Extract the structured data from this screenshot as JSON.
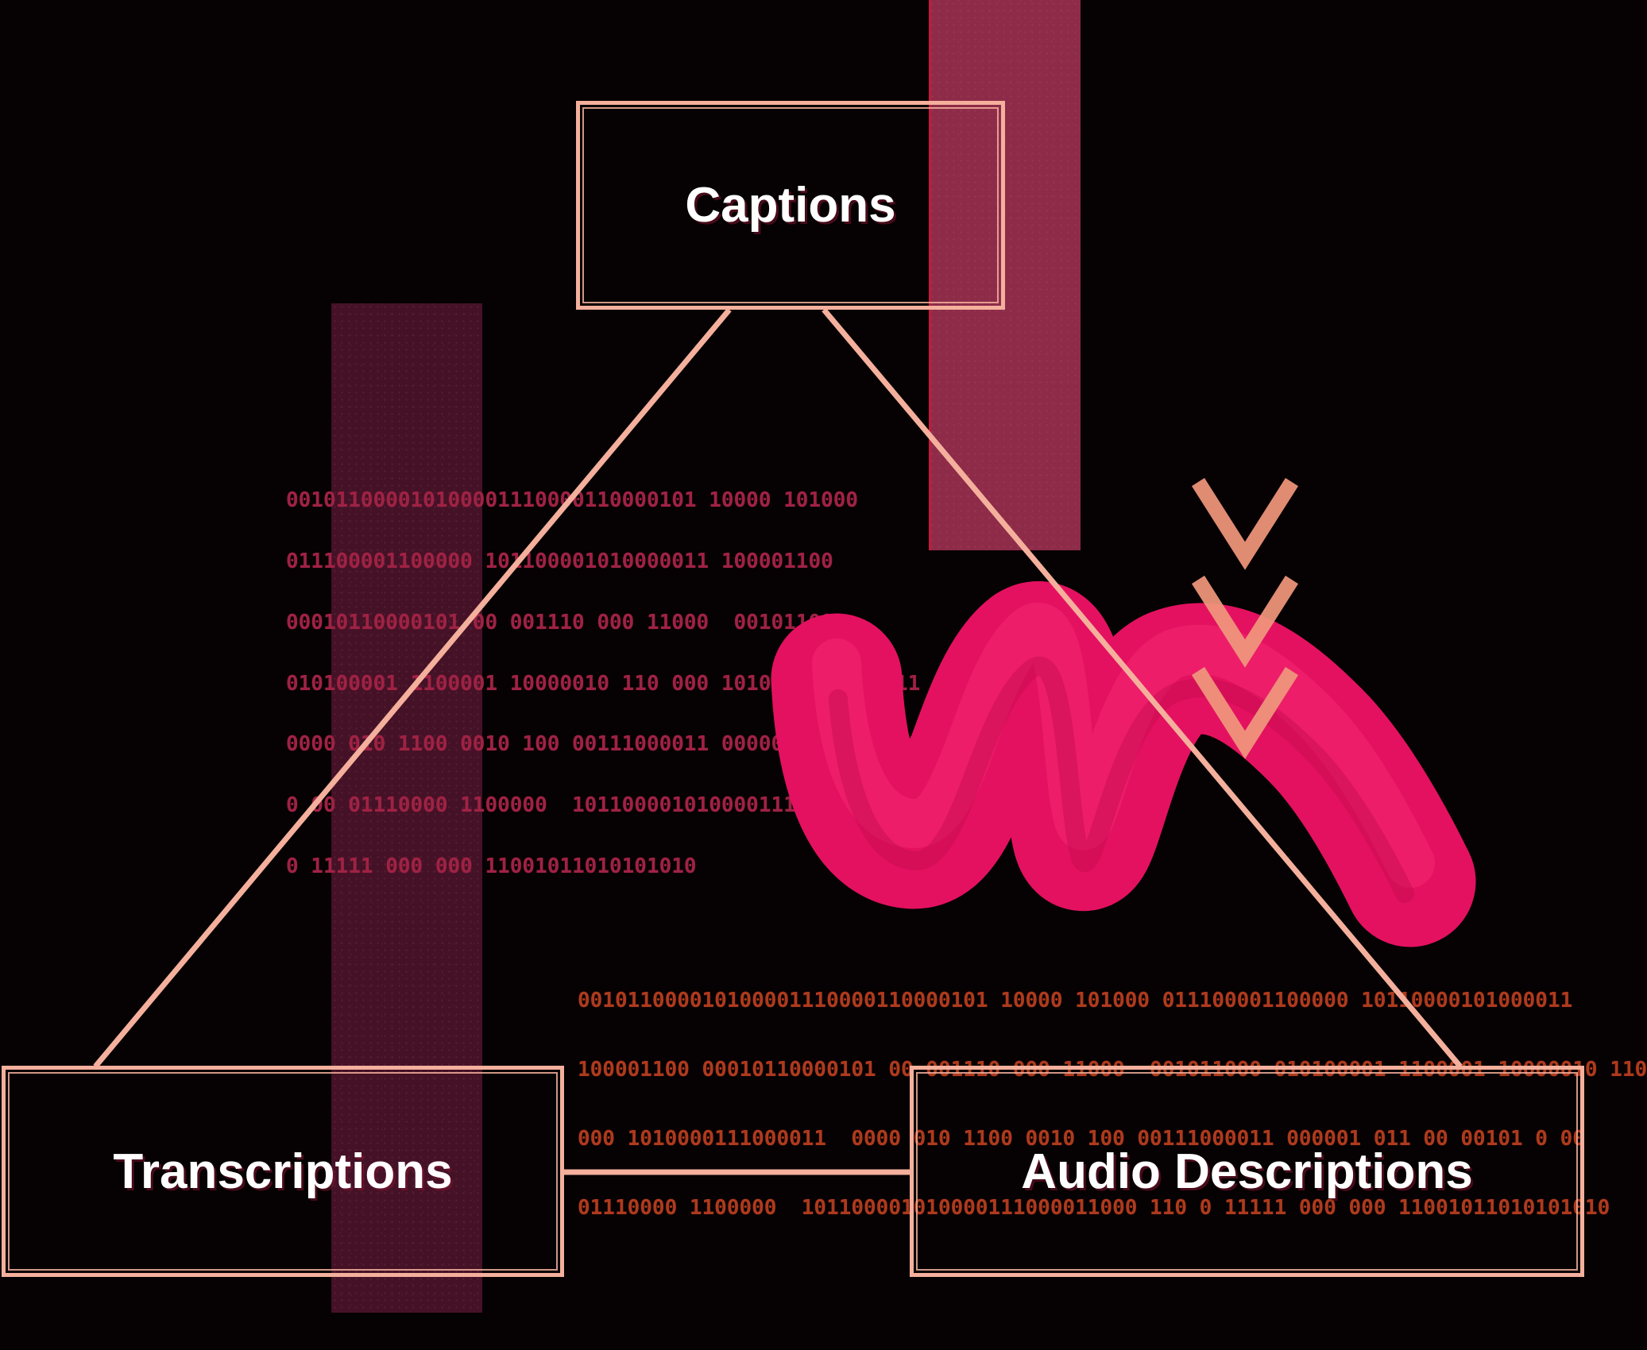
{
  "diagram": {
    "title_hint": "accessibility services triangle diagram",
    "nodes": {
      "captions": {
        "label": "Captions"
      },
      "transcriptions": {
        "label": "Transcriptions"
      },
      "audio_descriptions": {
        "label": "Audio Descriptions"
      }
    },
    "edges": [
      "captions-transcriptions",
      "captions-audio-descriptions",
      "transcriptions-audio-descriptions"
    ]
  },
  "binary_blocks": {
    "upper_left": {
      "color": "#9f2244",
      "lines": [
        "001011000010100001110000110000101 10000 101000",
        "011100001100000 101100001010000011 100001100",
        "00010110000101 00 001110 000 11000  001011000",
        "010100001 1100001 10000010 110 000 1010000111000011",
        "0000 010 1100 0010 100 00111000011 000001 011 00 00101",
        "0 00 01110000 1100000  101100001010000111000011000 110",
        "0 11111 000 000 11001011010101010"
      ]
    },
    "lower_center": {
      "color": "#ae3a1d",
      "lines": [
        "001011000010100001110000110000101 10000 101000 011100001100000 10110000101000011",
        "100001100 00010110000101 00 001110 000 11000  001011000 010100001 1100001 10000010 110",
        "000 1010000111000011  0000 010 1100 0010 100 00111000011 000001 011 00 00101 0 00",
        "01110000 1100000  101100001010000111000011000 110 0 11111 000 000 11001011010101010"
      ]
    }
  },
  "decor": {
    "background": "#060103",
    "bar_left_color": "#451126",
    "bar_top_color": "#8d2b48",
    "bar_top_edge_line": "#c21a3e",
    "box_border_color": "#f4b09c",
    "connector_color": "#f4b09c",
    "chevron_color": "#f0977c",
    "chevron_count": 3,
    "brush_color": "#e41160",
    "brush_highlight": "#f9307a",
    "label_color": "#ffffff"
  }
}
